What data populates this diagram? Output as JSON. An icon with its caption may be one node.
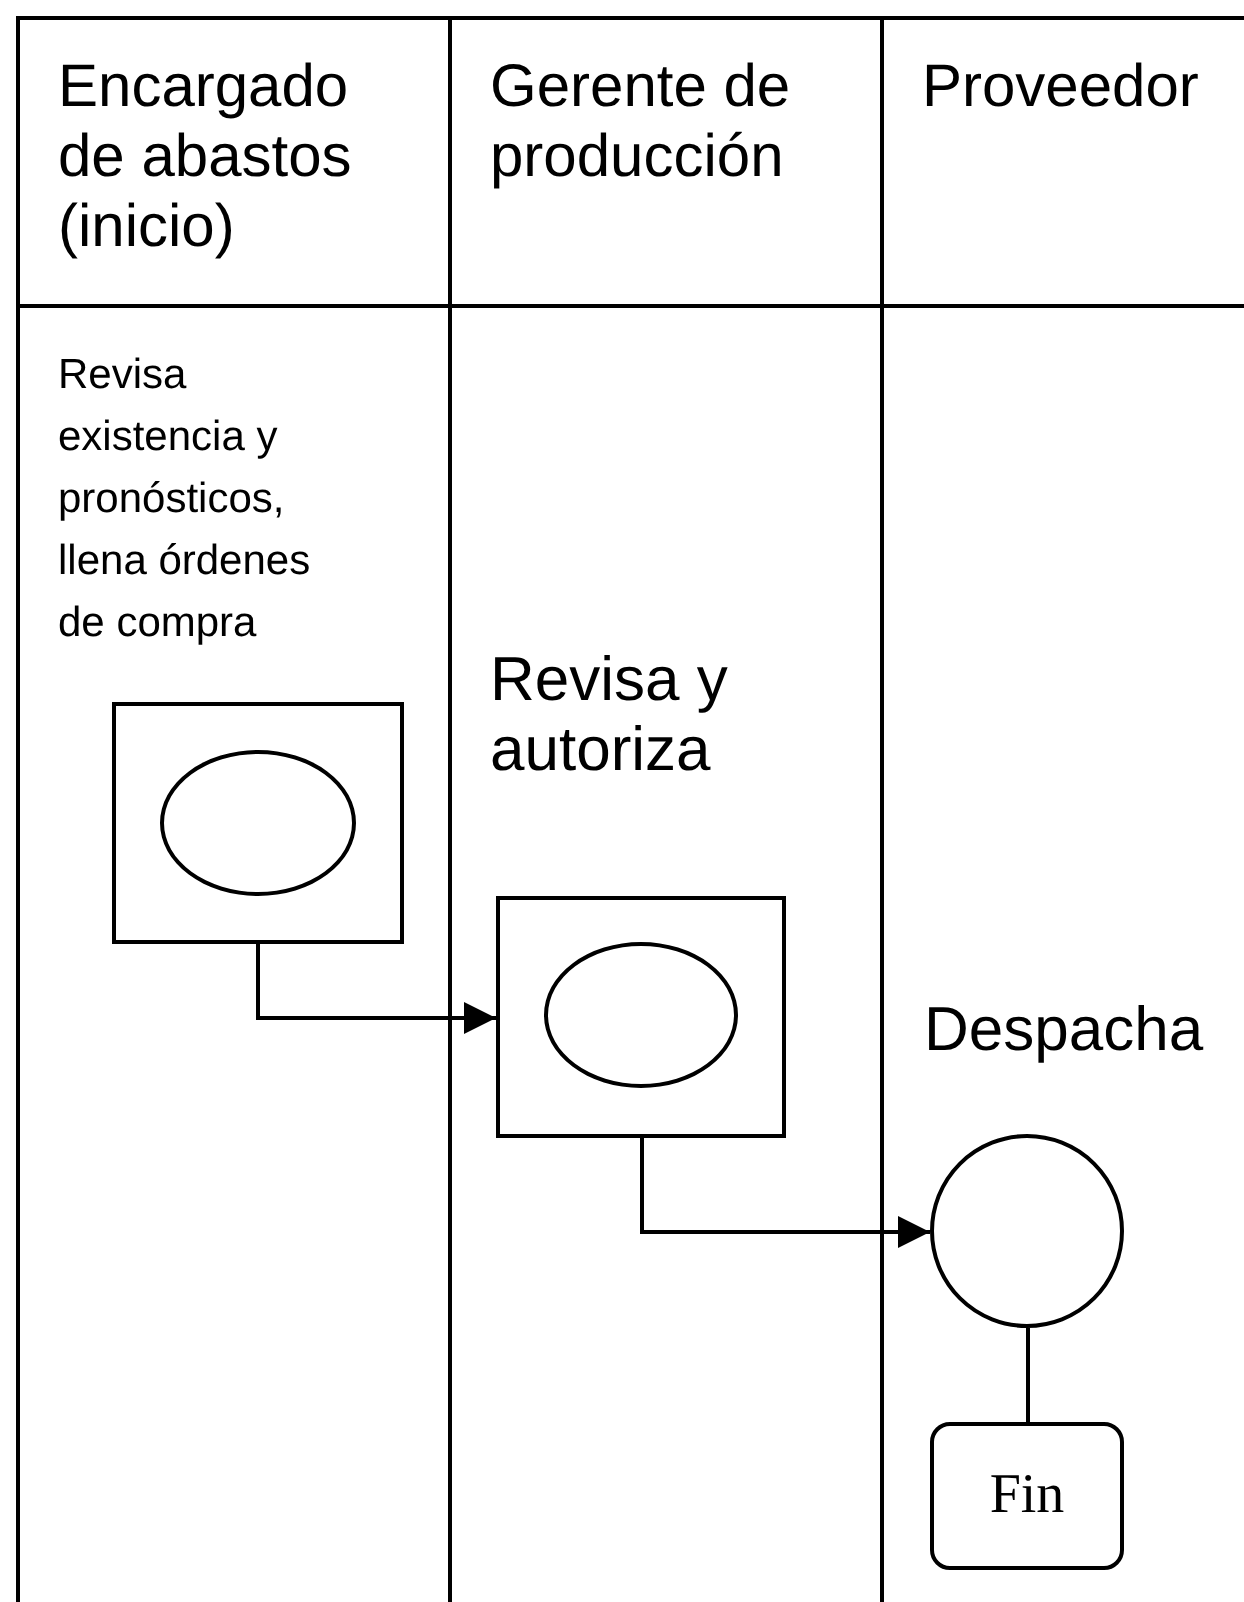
{
  "diagram": {
    "nodes": [
      {
        "text": [
          "Encargado de abastos (inicio)"
        ]
      },
      {
        "text": [
          "Gerente de producción"
        ]
      },
      {
        "text": [
          "Proveedor"
        ]
      },
      {
        "text": [],
        "shape": "box",
        "in": 0,
        "beside": [
          "Revisa existencia y pronósticos, llena órdenes de compra"
        ]
      },
      {
        "text": [],
        "shape": "ellipse",
        "in": 3
      },
      {
        "text": [],
        "shape": "box",
        "in": 1,
        "beside": [
          "Revisa y autoriza"
        ]
      },
      {
        "text": [],
        "shape": "ellipse",
        "in": 5
      },
      {
        "text": [],
        "shape": "circle",
        "in": 2,
        "beside": [
          "Despacha"
        ]
      },
      {
        "text": [
          "Fin"
        ],
        "in": 2
      }
    ],
    "edges": [
      {
        "from": 3,
        "to": 5,
        "arrow": "to"
      },
      {
        "from": 5,
        "to": 7,
        "arrow": "to"
      },
      {
        "from": 7,
        "to": 8,
        "arrow": "none"
      }
    ]
  }
}
